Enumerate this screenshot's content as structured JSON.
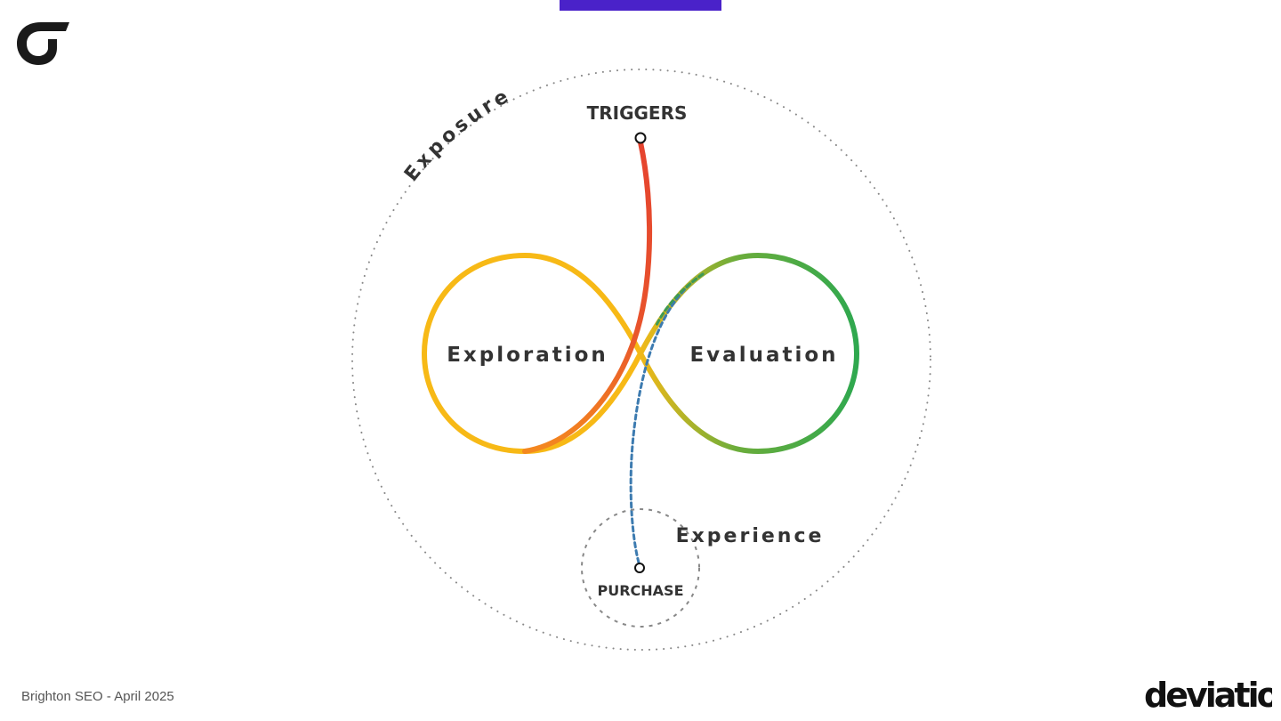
{
  "slide": {
    "accent_color": "#4a22c9",
    "footer_text": "Brighton SEO - April 2025"
  },
  "logos": {
    "top_left_icon": "stylized-c-logo-icon",
    "bottom_right_wordmark": "deviation"
  },
  "diagram": {
    "outer_label": "Exposure",
    "trigger_label": "TRIGGERS",
    "left_loop_label": "Exploration",
    "right_loop_label": "Evaluation",
    "experience_label": "Experience",
    "purchase_label": "PURCHASE",
    "colors": {
      "exploration": "#f7b916",
      "evaluation": "#2ea84f",
      "trigger_path": "#e5432f",
      "purchase_path": "#3d7bb0",
      "dotted_circle": "#888888",
      "label_text": "#333333"
    }
  }
}
